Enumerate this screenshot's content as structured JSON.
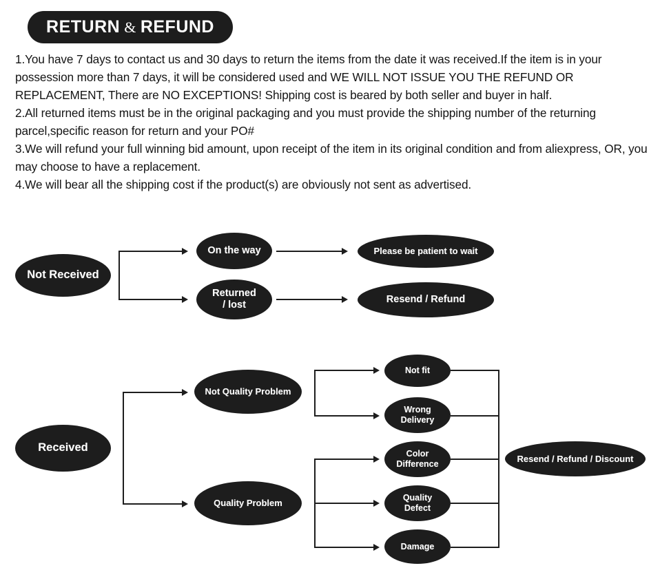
{
  "header": {
    "title_left": "RETURN",
    "ampersand": "&",
    "title_right": "REFUND",
    "pill_color": "#1d1d1d",
    "text_color": "#ffffff"
  },
  "policy": {
    "items": [
      "1.You have 7 days to contact us and 30 days to return the items from the date it was received.If the item is in your possession more than 7 days, it will be considered used and WE WILL NOT ISSUE YOU THE REFUND OR REPLACEMENT, There are NO EXCEPTIONS! Shipping cost is beared by both seller and buyer in half.",
      "2.All returned items must be in the original packaging and you must provide the shipping number of the returning parcel,specific reason for return and your PO#",
      "3.We will refund your full winning bid amount, upon receipt of the item in its original condition and from aliexpress, OR, you may choose to have a replacement.",
      "4.We will bear all the shipping cost if the product(s) are obviously not sent as advertised."
    ]
  },
  "chart_data": {
    "type": "diagram",
    "title": "Return & Refund decision flow",
    "flows": [
      {
        "id": "not-received",
        "root": "Not Received",
        "branches": [
          {
            "condition": "On the way",
            "outcome": "Please be patient to wait"
          },
          {
            "condition": "Returned\n/  lost",
            "outcome": "Resend / Refund"
          }
        ]
      },
      {
        "id": "received",
        "root": "Received",
        "branches": [
          {
            "condition": "Not Quality Problem",
            "reasons": [
              "Not fit",
              "Wrong\nDelivery"
            ],
            "outcome": "Resend / Refund / Discount"
          },
          {
            "condition": "Quality Problem",
            "reasons": [
              "Color\nDifference",
              "Quality\nDefect",
              "Damage"
            ],
            "outcome": "Resend / Refund / Discount"
          }
        ]
      }
    ]
  },
  "flow1": {
    "root": "Not Received",
    "node_on_the_way": "On the way",
    "node_returned_lost": "Returned\n/  lost",
    "outcome_wait": "Please be patient to wait",
    "outcome_resend_refund": "Resend / Refund"
  },
  "flow2": {
    "root": "Received",
    "node_not_quality": "Not Quality Problem",
    "node_quality": "Quality Problem",
    "reason_not_fit": "Not fit",
    "reason_wrong_delivery": "Wrong\nDelivery",
    "reason_color_difference": "Color\nDifference",
    "reason_quality_defect": "Quality\nDefect",
    "reason_damage": "Damage",
    "outcome_final": "Resend / Refund / Discount"
  },
  "colors": {
    "node_fill": "#1d1d1d",
    "node_text": "#ffffff",
    "line": "#1d1d1d",
    "page_background": "#ffffff",
    "body_text": "#141414"
  }
}
